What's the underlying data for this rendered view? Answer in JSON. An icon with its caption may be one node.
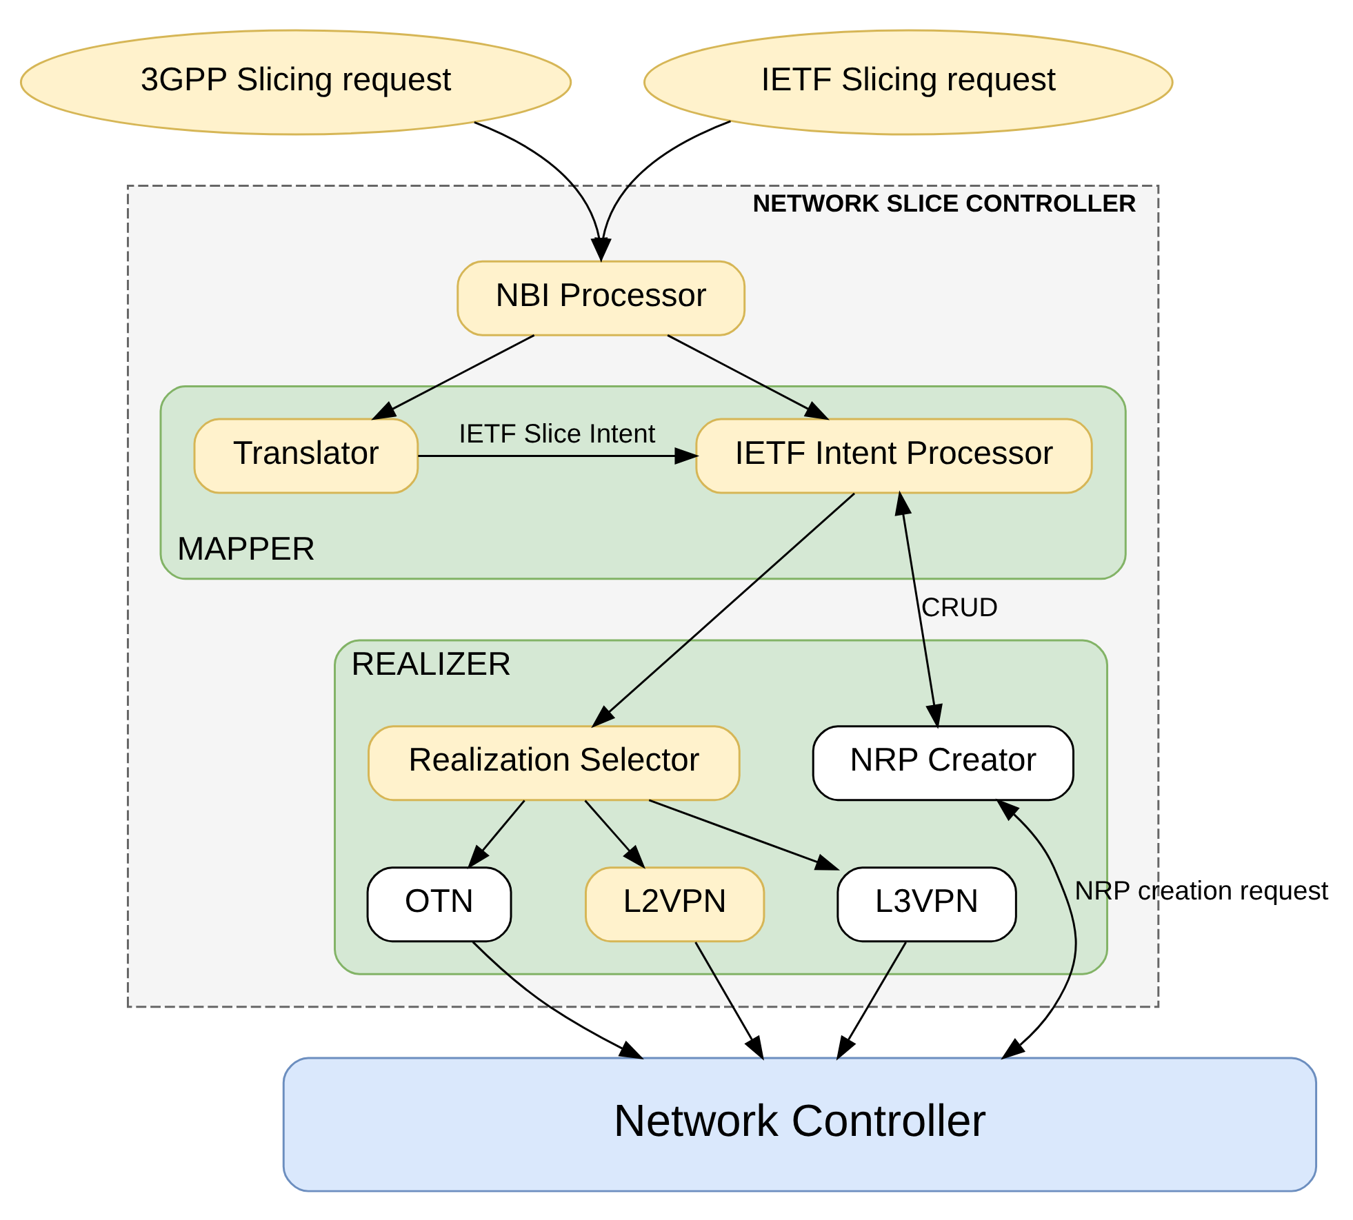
{
  "diagram": {
    "nodes": [
      {
        "text": [
          "3GPP Slicing request"
        ]
      },
      {
        "text": [
          "IETF Slicing request"
        ]
      },
      {
        "text": [
          "NETWORK SLICE CONTROLLER"
        ]
      },
      {
        "text": [
          "NBI Processor"
        ],
        "in": 2
      },
      {
        "text": [
          "MAPPER"
        ],
        "in": 2
      },
      {
        "text": [
          "Translator"
        ],
        "in": 4
      },
      {
        "text": [
          "IETF Intent Processor"
        ],
        "in": 4
      },
      {
        "text": [
          "REALIZER"
        ],
        "in": 2
      },
      {
        "text": [
          "Realization Selector"
        ],
        "in": 7
      },
      {
        "text": [
          "NRP Creator"
        ],
        "in": 7
      },
      {
        "text": [
          "OTN"
        ],
        "in": 7
      },
      {
        "text": [
          "L2VPN"
        ],
        "in": 7
      },
      {
        "text": [
          "L3VPN"
        ],
        "in": 7
      },
      {
        "text": [
          "Network Controller"
        ]
      }
    ],
    "edges": [
      {
        "from": 0,
        "to": 3,
        "arrow": "to"
      },
      {
        "from": 1,
        "to": 3,
        "arrow": "to"
      },
      {
        "from": 3,
        "to": 5,
        "arrow": "to"
      },
      {
        "from": 3,
        "to": 6,
        "arrow": "to"
      },
      {
        "from": 5,
        "to": 6,
        "arrow": "to",
        "label": "IETF Slice Intent"
      },
      {
        "from": 6,
        "to": 8,
        "arrow": "to"
      },
      {
        "from": 6,
        "to": 9,
        "arrow": "both",
        "label": "CRUD"
      },
      {
        "from": 8,
        "to": 10,
        "arrow": "to"
      },
      {
        "from": 8,
        "to": 11,
        "arrow": "to"
      },
      {
        "from": 8,
        "to": 12,
        "arrow": "to"
      },
      {
        "from": 10,
        "to": 13,
        "arrow": "to"
      },
      {
        "from": 11,
        "to": 13,
        "arrow": "to"
      },
      {
        "from": 12,
        "to": 13,
        "arrow": "to"
      },
      {
        "from": 9,
        "to": 13,
        "arrow": "both",
        "label": "NRP creation request"
      }
    ]
  }
}
